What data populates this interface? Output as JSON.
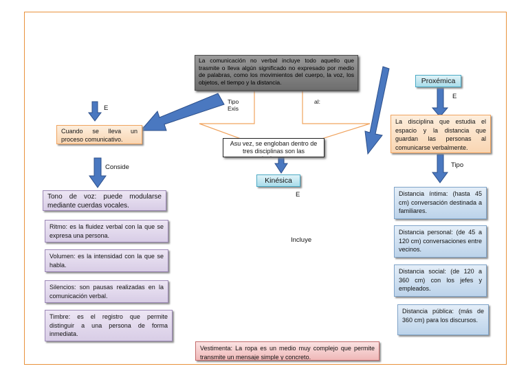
{
  "main_box": "La comunicación no verbal incluye todo aquello que trasmite o lleva algún significado no expresado por medio de palabras, como los movimientos del cuerpo, la voz, los objetos, el tiempo y la distancia.",
  "hidden_text": {
    "line1_left": "Tipo",
    "line1_right": "al:",
    "line2": "Exis"
  },
  "disciplines_box": "Asu vez, se engloban dentro de tres disciplinas son las siguientes.",
  "left": {
    "label_e": "E",
    "process_box": "Cuando se lleva un proceso comunicativo.",
    "label_conside": "Conside",
    "items": [
      "Tono de voz: puede modularse mediante cuerdas vocales.",
      "Ritmo: es la fluidez verbal con la que se expresa una persona.",
      "Volumen: es la intensidad con la que se habla.",
      "Silencios: son pausas realizadas en la comunicación verbal.",
      "Timbre: es el registro que permite distinguir a una persona de forma inmediata."
    ]
  },
  "center": {
    "kinesica": "Kinésica",
    "label_e": "E",
    "label_incluye": "Incluye",
    "vestimenta": "Vestimenta: La ropa es un medio muy complejo que permite transmite un mensaje simple y concreto."
  },
  "right": {
    "proxemica": "Proxémica",
    "label_e": "E",
    "definition": "La disciplina que estudia el espacio y la distancia que guardan las personas al comunicarse verbalmente.",
    "label_tipo": "Tipo",
    "items": [
      "Distancia íntima: (hasta 45 cm) conversación destinada a familiares.",
      "Distancia personal: (de 45 a 120 cm) conversaciones entre vecinos.",
      "Distancia social: (de 120 a 360 cm) con los jefes y empleados.",
      "Distancia pública: (más de 360 cm) para los discursos."
    ]
  },
  "colors": {
    "frame": "#e8913a",
    "arrow_fill": "#4a78c0",
    "arrow_stroke": "#2c4f8a"
  }
}
